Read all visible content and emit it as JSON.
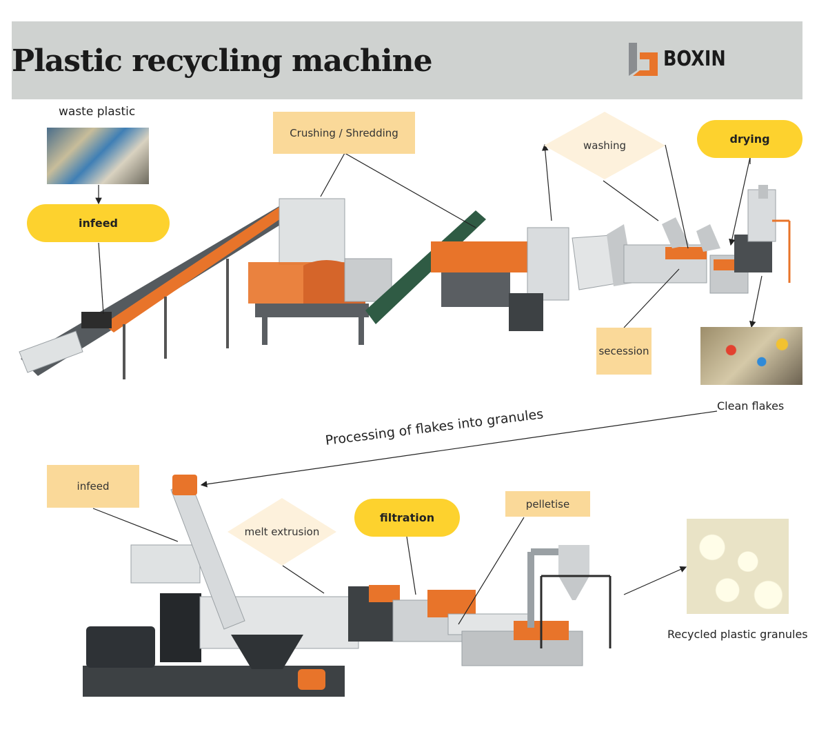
{
  "header": {
    "title": "Plastic recycling machine",
    "brand": "BOXIN",
    "background": "#cfd2d0"
  },
  "stage1": {
    "waste_plastic": "waste plastic",
    "infeed": "infeed",
    "crushing": "Crushing / Shredding",
    "washing": "washing",
    "drying": "drying",
    "secession": "secession",
    "clean_flakes": "Clean flakes"
  },
  "stage2": {
    "processing_caption": "Processing of flakes into granules",
    "infeed": "infeed",
    "melt_extrusion": "melt extrusion",
    "filtration": "filtration",
    "pelletise": "pelletise",
    "recycled_granules": "Recycled plastic granules"
  },
  "colors": {
    "label_box": "#fad999",
    "pill": "#fdd22e",
    "diamond": "#fdf1dc",
    "machine_orange": "#e8742a",
    "machine_grey": "#8a8d90"
  }
}
